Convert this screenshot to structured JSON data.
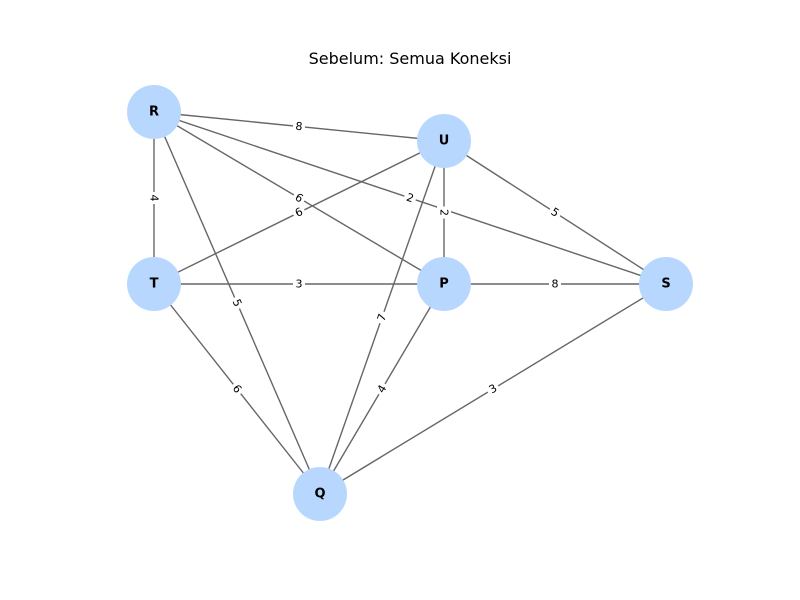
{
  "title": "Sebelum: Semua Koneksi",
  "colors": {
    "node_fill": "#b8d7ff",
    "edge_stroke": "#666666",
    "label_bg": "#ffffff"
  },
  "nodes": [
    {
      "id": "R",
      "label": "R"
    },
    {
      "id": "U",
      "label": "U"
    },
    {
      "id": "T",
      "label": "T"
    },
    {
      "id": "P",
      "label": "P"
    },
    {
      "id": "S",
      "label": "S"
    },
    {
      "id": "Q",
      "label": "Q"
    }
  ],
  "edges": [
    {
      "from": "R",
      "to": "U",
      "weight": "8"
    },
    {
      "from": "R",
      "to": "T",
      "weight": "4"
    },
    {
      "from": "R",
      "to": "P",
      "weight": "6"
    },
    {
      "from": "R",
      "to": "S",
      "weight": "2"
    },
    {
      "from": "R",
      "to": "Q",
      "weight": "5"
    },
    {
      "from": "U",
      "to": "T",
      "weight": "6"
    },
    {
      "from": "U",
      "to": "P",
      "weight": "2"
    },
    {
      "from": "U",
      "to": "S",
      "weight": "5"
    },
    {
      "from": "U",
      "to": "Q",
      "weight": "7"
    },
    {
      "from": "T",
      "to": "P",
      "weight": "3"
    },
    {
      "from": "T",
      "to": "Q",
      "weight": "6"
    },
    {
      "from": "P",
      "to": "S",
      "weight": "8"
    },
    {
      "from": "P",
      "to": "Q",
      "weight": "4"
    },
    {
      "from": "S",
      "to": "Q",
      "weight": "3"
    }
  ]
}
